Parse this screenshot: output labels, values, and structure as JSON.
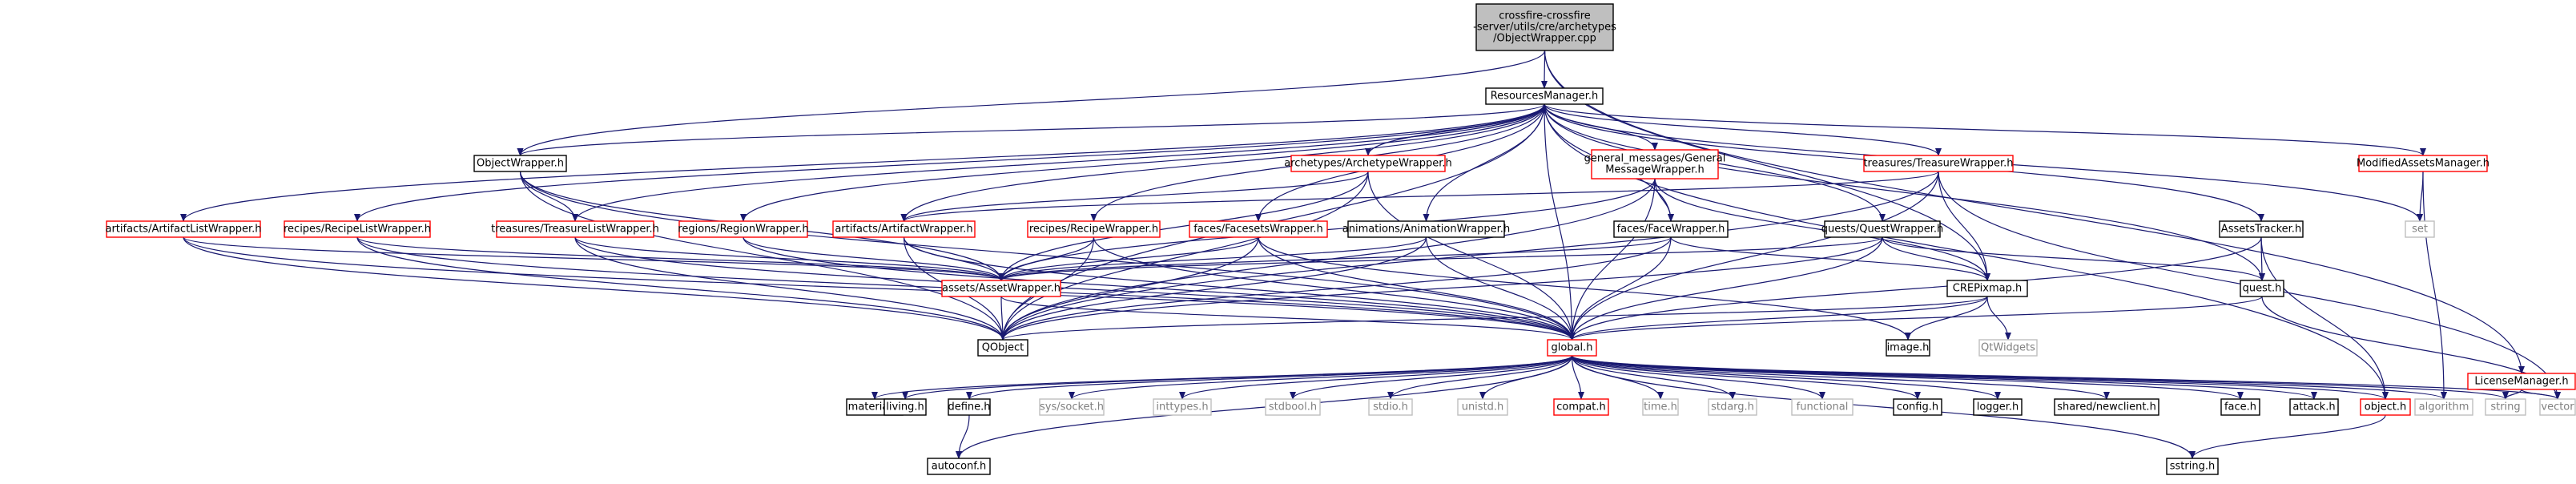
{
  "colors": {
    "root_fill": "#bfbfbf",
    "normal_border": "#000000",
    "red_border": "#ff0000",
    "gray_border": "#bfbfbf",
    "gray_text": "#808080",
    "edge": "#191970"
  },
  "nodes": {
    "root": {
      "lines": [
        "crossfire-crossfire",
        "-server/utils/cre/archetypes",
        "/ObjectWrapper.cpp"
      ]
    },
    "resources": {
      "lines": [
        "ResourcesManager.h"
      ]
    },
    "objectwrapper": {
      "lines": [
        "ObjectWrapper.h"
      ]
    },
    "archetypewrapper": {
      "lines": [
        "archetypes/ArchetypeWrapper.h"
      ]
    },
    "generalmessage": {
      "lines": [
        "general_messages/General",
        "MessageWrapper.h"
      ]
    },
    "treasurewrapper": {
      "lines": [
        "treasures/TreasureWrapper.h"
      ]
    },
    "modifiedassets": {
      "lines": [
        "ModifiedAssetsManager.h"
      ]
    },
    "artifactlist": {
      "lines": [
        "artifacts/ArtifactListWrapper.h"
      ]
    },
    "recipelist": {
      "lines": [
        "recipes/RecipeListWrapper.h"
      ]
    },
    "treasurelist": {
      "lines": [
        "treasures/TreasureListWrapper.h"
      ]
    },
    "regionwrapper": {
      "lines": [
        "regions/RegionWrapper.h"
      ]
    },
    "artifactwrapper": {
      "lines": [
        "artifacts/ArtifactWrapper.h"
      ]
    },
    "recipewrapper": {
      "lines": [
        "recipes/RecipeWrapper.h"
      ]
    },
    "facesetswrapper": {
      "lines": [
        "faces/FacesetsWrapper.h"
      ]
    },
    "animationwrapper": {
      "lines": [
        "animations/AnimationWrapper.h"
      ]
    },
    "facewrapper": {
      "lines": [
        "faces/FaceWrapper.h"
      ]
    },
    "questwrapper": {
      "lines": [
        "quests/QuestWrapper.h"
      ]
    },
    "assetstracker": {
      "lines": [
        "AssetsTracker.h"
      ]
    },
    "set": {
      "lines": [
        "set"
      ]
    },
    "assetwrapper": {
      "lines": [
        "assets/AssetWrapper.h"
      ]
    },
    "crepixmap": {
      "lines": [
        "CREPixmap.h"
      ]
    },
    "quest": {
      "lines": [
        "quest.h"
      ]
    },
    "licensemanager": {
      "lines": [
        "LicenseManager.h"
      ]
    },
    "qobject": {
      "lines": [
        "QObject"
      ]
    },
    "global": {
      "lines": [
        "global.h"
      ]
    },
    "image": {
      "lines": [
        "image.h"
      ]
    },
    "qtwidgets": {
      "lines": [
        "QtWidgets"
      ]
    },
    "material": {
      "lines": [
        "material.h"
      ]
    },
    "living": {
      "lines": [
        "living.h"
      ]
    },
    "define": {
      "lines": [
        "define.h"
      ]
    },
    "syssocket": {
      "lines": [
        "sys/socket.h"
      ]
    },
    "inttypes": {
      "lines": [
        "inttypes.h"
      ]
    },
    "stdbool": {
      "lines": [
        "stdbool.h"
      ]
    },
    "stdio": {
      "lines": [
        "stdio.h"
      ]
    },
    "unistd": {
      "lines": [
        "unistd.h"
      ]
    },
    "compat": {
      "lines": [
        "compat.h"
      ]
    },
    "time": {
      "lines": [
        "time.h"
      ]
    },
    "stdarg": {
      "lines": [
        "stdarg.h"
      ]
    },
    "functional": {
      "lines": [
        "functional"
      ]
    },
    "config": {
      "lines": [
        "config.h"
      ]
    },
    "logger": {
      "lines": [
        "logger.h"
      ]
    },
    "newclient": {
      "lines": [
        "shared/newclient.h"
      ]
    },
    "face": {
      "lines": [
        "face.h"
      ]
    },
    "attack": {
      "lines": [
        "attack.h"
      ]
    },
    "object": {
      "lines": [
        "object.h"
      ]
    },
    "algorithm": {
      "lines": [
        "algorithm"
      ]
    },
    "string": {
      "lines": [
        "string"
      ]
    },
    "vector": {
      "lines": [
        "vector"
      ]
    },
    "autoconf": {
      "lines": [
        "autoconf.h"
      ]
    },
    "sstring": {
      "lines": [
        "sstring.h"
      ]
    }
  }
}
